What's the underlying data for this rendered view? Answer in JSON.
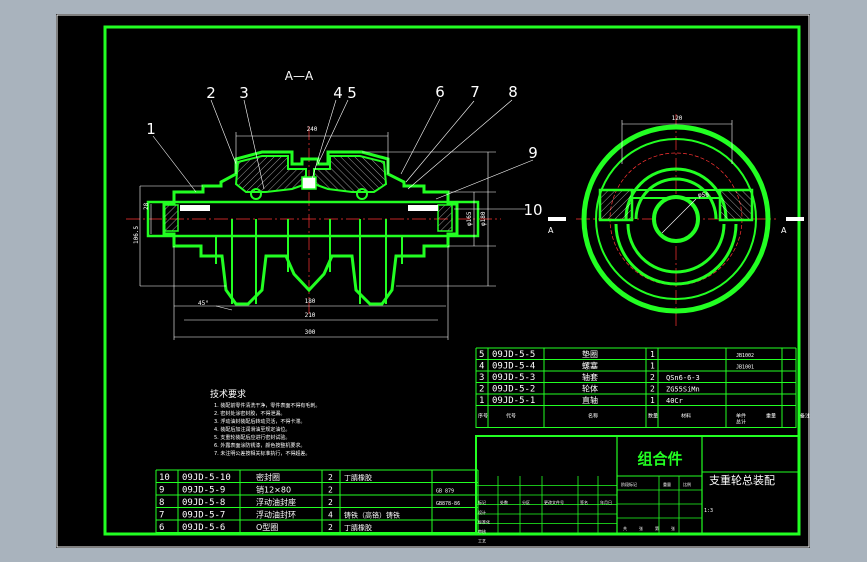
{
  "section_label": "A—A",
  "balloons": [
    "1",
    "2",
    "3",
    "4",
    "5",
    "6",
    "7",
    "8",
    "9",
    "10"
  ],
  "dims": {
    "d240": "240",
    "d180_top": "180",
    "d180_bot": "180",
    "d210": "210",
    "d300": "300",
    "d28": "28",
    "d106": "106.5",
    "dphi165": "φ165",
    "dphi180": "φ180",
    "dchamfer": "45°",
    "d120": "120",
    "dphi50": "φ50"
  },
  "cut_marks": [
    "A",
    "A"
  ],
  "tech_title": "技术要求",
  "tech_notes": [
    "1. 装配前零件清洗干净，零件表面不得有毛刺。",
    "2. 密封处涂密封胶，不得泄漏。",
    "3. 浮动油封装配后转动灵活，不得卡滞。",
    "4. 装配后加注润滑油至规定油位。",
    "5. 支重轮装配后应进行密封试验。",
    "6. 外露表面涂防锈漆，颜色按整机要求。",
    "7. 未注明公差按相关标准执行，不得超差。"
  ],
  "bom_upper": [
    {
      "no": "5",
      "code": "09JD-5-5",
      "name": "垫圈",
      "qty": "1",
      "mat": "",
      "note": "JB1002"
    },
    {
      "no": "4",
      "code": "09JD-5-4",
      "name": "螺塞",
      "qty": "1",
      "mat": "",
      "note": "JB1001"
    },
    {
      "no": "3",
      "code": "09JD-5-3",
      "name": "轴套",
      "qty": "2",
      "mat": "QSn6-6-3",
      "note": ""
    },
    {
      "no": "2",
      "code": "09JD-5-2",
      "name": "轮体",
      "qty": "2",
      "mat": "ZG55SiMn",
      "note": ""
    },
    {
      "no": "1",
      "code": "09JD-5-1",
      "name": "直轴",
      "qty": "1",
      "mat": "40Cr",
      "note": ""
    }
  ],
  "bom_upper_header": {
    "no": "序号",
    "code": "代号",
    "name": "名称",
    "qty": "数量",
    "mat": "材料",
    "w1": "单件",
    "w2": "总计",
    "weight": "重量",
    "note": "备注"
  },
  "bom_lower": [
    {
      "no": "10",
      "code": "09JD-5-10",
      "name": "密封圈",
      "qty": "2",
      "mat": "丁腈橡胶",
      "std": ""
    },
    {
      "no": "9",
      "code": "09JD-5-9",
      "name": "销12×80",
      "qty": "2",
      "mat": "",
      "std": "GB 879"
    },
    {
      "no": "8",
      "code": "09JD-5-8",
      "name": "浮动油封座",
      "qty": "2",
      "mat": "",
      "std": "GB878-86"
    },
    {
      "no": "7",
      "code": "09JD-5-7",
      "name": "浮动油封环",
      "qty": "4",
      "mat": "铸铁（高铬）铸铁",
      "std": ""
    },
    {
      "no": "6",
      "code": "09JD-5-6",
      "name": "O型圈",
      "qty": "2",
      "mat": "丁腈橡胶",
      "std": ""
    }
  ],
  "title_block": {
    "company": "组合件",
    "drawing_name": "支重轮总装配",
    "scale": "1:3",
    "row_labels": [
      "标记",
      "处数",
      "分区",
      "更改文件号",
      "签名",
      "年月日"
    ],
    "role_labels": [
      "设计",
      "标准化",
      "审核",
      "工艺",
      "批准"
    ],
    "stage_labels": [
      "阶段标记",
      "重量",
      "比例"
    ],
    "sheet_labels": [
      "共",
      "张",
      "第",
      "张"
    ]
  }
}
